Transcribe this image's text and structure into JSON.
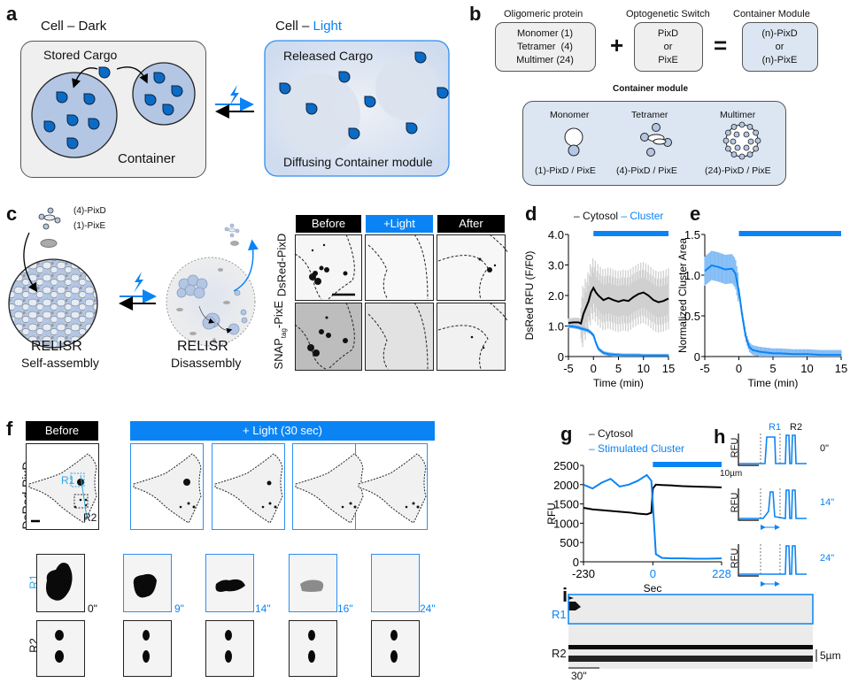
{
  "panels": {
    "a": {
      "label": "a",
      "dark_title_prefix": "Cell – ",
      "dark_title_word": "Dark",
      "light_title_prefix": "Cell – ",
      "light_title_word": "Light",
      "stored_cargo": "Stored Cargo",
      "container": "Container",
      "released_cargo": "Released Cargo",
      "diffusing": "Diffusing Container module"
    },
    "b": {
      "label": "b",
      "col1_title": "Oligomeric protein",
      "col1_lines": [
        "Monomer (1)",
        "Tetramer  (4)",
        "Multimer (24)"
      ],
      "plus": "+",
      "col2_title": "Optogenetic Switch",
      "col2_lines": [
        "PixD",
        "or",
        "PixE"
      ],
      "equals": "=",
      "col3_title": "Container Module",
      "col3_lines": [
        "(n)-PixD",
        "or",
        "(n)-PixE"
      ],
      "module_title": "Container module",
      "module_items": [
        {
          "name": "Monomer",
          "caption": "(1)-PixD / PixE"
        },
        {
          "name": "Tetramer",
          "caption": "(4)-PixD / PixE"
        },
        {
          "name": "Multimer",
          "caption": "(24)-PixD / PixE"
        }
      ]
    },
    "c": {
      "label": "c",
      "legend_pixd": "(4)-PixD",
      "legend_pixe": "(1)-PixE",
      "left_title": "RELISR",
      "left_sub": "Self-assembly",
      "right_title": "RELISR",
      "right_sub": "Disassembly",
      "col_headers": [
        "Before",
        "+Light",
        "After"
      ],
      "row1_label": "DsRed-PixD",
      "row2_label_main": "SNAP",
      "row2_label_sub": "tag",
      "row2_label_end": "-PixE"
    },
    "f": {
      "label": "f",
      "before_header": "Before",
      "light_header": "+ Light (30 sec)",
      "row_label": "DsRed-PixD",
      "roi1": "R1",
      "roi2": "R2",
      "r1_label": "R1",
      "r2_label": "R2",
      "times": [
        "0\"",
        "9\"",
        "14\"",
        "16\"",
        "24\""
      ]
    },
    "h": {
      "label": "h",
      "r1": "R1",
      "r2": "R2",
      "ylabel": "RFU",
      "scalebar": "10µm",
      "times": [
        "0\"",
        "14\"",
        "24\""
      ]
    },
    "i": {
      "label": "i",
      "r1": "R1",
      "r2": "R2",
      "scale_space": "5µm",
      "scale_time": "30\""
    }
  },
  "colors": {
    "accent": "#0a84f5",
    "roi_cyan": "#2ba8e8",
    "black": "#000000",
    "gray_trace": "#d0d0d0"
  },
  "chart_data": [
    {
      "id": "d",
      "type": "line",
      "title": "",
      "legend": [
        "Cytosol",
        "Cluster"
      ],
      "legend_placement": "top",
      "xlabel": "Time (min)",
      "ylabel": "DsRed RFU (F/F0)",
      "xlim": [
        -5,
        15
      ],
      "ylim": [
        0,
        4.0
      ],
      "xticks": [
        "-5",
        "0",
        "5",
        "10",
        "15"
      ],
      "yticks": [
        "0",
        "1.0",
        "2.0",
        "3.0",
        "4.0"
      ],
      "light_bar": [
        0,
        15
      ],
      "x": [
        -5,
        -4,
        -3,
        -2.5,
        -2,
        -1,
        -0.5,
        0,
        0.5,
        1,
        2,
        3,
        4,
        5,
        6,
        7,
        8,
        9,
        10,
        11,
        12,
        13,
        14,
        15
      ],
      "series": [
        {
          "name": "Cytosol",
          "color": "#000000",
          "values": [
            1.1,
            1.12,
            1.12,
            1.08,
            1.4,
            1.8,
            2.1,
            2.25,
            2.1,
            2.0,
            1.85,
            1.92,
            1.85,
            1.8,
            1.85,
            1.82,
            1.95,
            2.05,
            2.1,
            2.0,
            1.85,
            1.78,
            1.82,
            1.9
          ]
        },
        {
          "name": "Cluster",
          "color": "#0a84f5",
          "values": [
            1.0,
            0.98,
            0.95,
            0.92,
            0.9,
            0.85,
            0.78,
            0.7,
            0.45,
            0.25,
            0.12,
            0.08,
            0.06,
            0.05,
            0.04,
            0.04,
            0.04,
            0.04,
            0.03,
            0.03,
            0.03,
            0.03,
            0.03,
            0.03
          ]
        }
      ]
    },
    {
      "id": "e",
      "type": "line",
      "title": "",
      "xlabel": "Time (min)",
      "ylabel": "Normalized Cluster Area",
      "xlim": [
        -5,
        15
      ],
      "ylim": [
        0,
        1.5
      ],
      "xticks": [
        "-5",
        "0",
        "5",
        "10",
        "15"
      ],
      "yticks": [
        "0",
        "0.5",
        "1.0",
        "1.5"
      ],
      "light_bar": [
        0,
        15
      ],
      "x": [
        -5,
        -4,
        -3,
        -2,
        -1,
        -0.5,
        0,
        0.5,
        1,
        1.5,
        2,
        3,
        4,
        5,
        6,
        8,
        10,
        12,
        14,
        15
      ],
      "series": [
        {
          "name": "Cluster",
          "color": "#0a84f5",
          "values": [
            1.05,
            1.12,
            1.1,
            1.07,
            1.08,
            1.02,
            0.8,
            0.5,
            0.25,
            0.12,
            0.08,
            0.06,
            0.05,
            0.04,
            0.04,
            0.03,
            0.03,
            0.02,
            0.02,
            0.02
          ]
        }
      ]
    },
    {
      "id": "g",
      "type": "line",
      "title": "",
      "legend": [
        "Cytosol",
        "Stimulated Cluster"
      ],
      "legend_placement": "top",
      "xlabel": "Sec",
      "ylabel": "RFU",
      "xlim": [
        -230,
        228
      ],
      "ylim": [
        0,
        2500
      ],
      "xticks": [
        "-230",
        "0",
        "228"
      ],
      "yticks": [
        "0",
        "500",
        "1000",
        "1500",
        "2000",
        "2500"
      ],
      "light_bar": [
        0,
        228
      ],
      "x": [
        -230,
        -200,
        -170,
        -140,
        -110,
        -80,
        -50,
        -20,
        -5,
        0,
        10,
        30,
        60,
        100,
        140,
        180,
        228
      ],
      "series": [
        {
          "name": "Cytosol",
          "color": "#000000",
          "values": [
            1400,
            1360,
            1340,
            1320,
            1300,
            1280,
            1250,
            1230,
            1270,
            1900,
            2000,
            1990,
            1980,
            1960,
            1950,
            1940,
            1930
          ]
        },
        {
          "name": "Stimulated Cluster",
          "color": "#0a84f5",
          "values": [
            2000,
            1900,
            2050,
            2150,
            1950,
            2000,
            2100,
            2250,
            2100,
            1500,
            200,
            100,
            90,
            90,
            80,
            80,
            90
          ]
        }
      ]
    }
  ]
}
